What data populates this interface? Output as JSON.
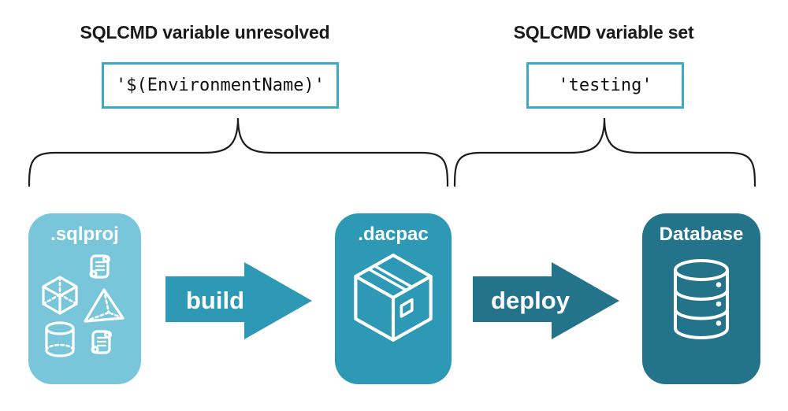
{
  "annotations": {
    "left": {
      "heading": "SQLCMD variable unresolved",
      "code": "'$(EnvironmentName)'"
    },
    "right": {
      "heading": "SQLCMD variable set",
      "code": "'testing'"
    }
  },
  "pipeline": {
    "stages": [
      {
        "label": ".sqlproj",
        "icon": "sql-project-objects-icon",
        "color": "#79c6db"
      },
      {
        "label": ".dacpac",
        "icon": "package-box-icon",
        "color": "#2e99b5"
      },
      {
        "label": "Database",
        "icon": "database-cylinder-icon",
        "color": "#23748a"
      }
    ],
    "arrows": [
      {
        "label": "build",
        "color": "#2e99b5"
      },
      {
        "label": "deploy",
        "color": "#23748a"
      }
    ]
  },
  "colors": {
    "background": "#ffffff",
    "heading_text": "#1a1a1a",
    "code_text": "#111111",
    "code_box_border": "#41a7c6",
    "brace_stroke": "#1c1c1c",
    "icon_stroke": "#ffffff"
  }
}
